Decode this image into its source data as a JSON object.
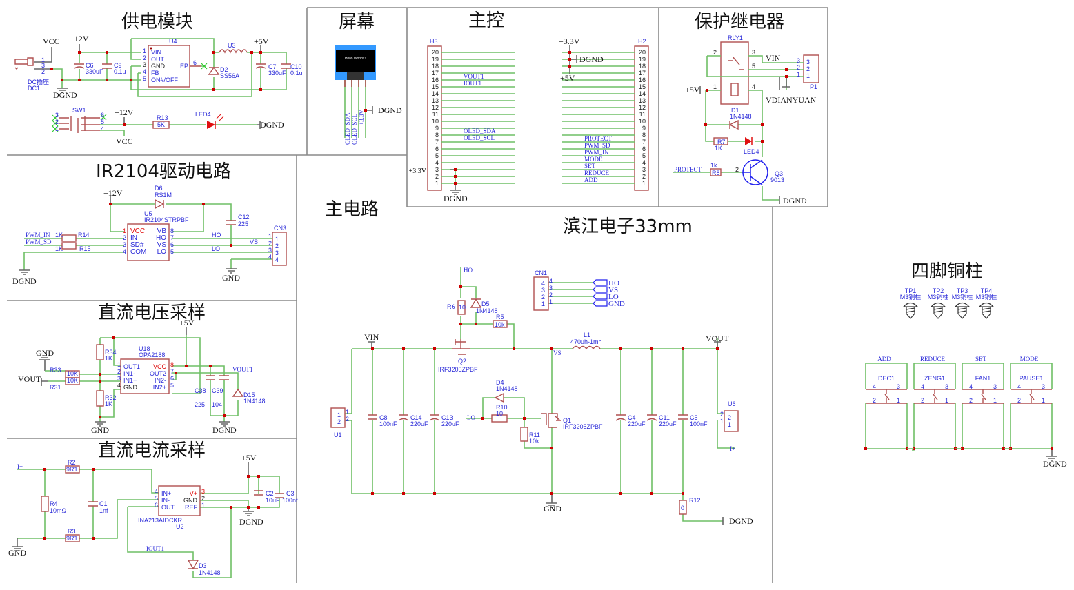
{
  "sections": {
    "power": "供电模块",
    "screen": "屏幕",
    "mcu": "主控",
    "relay": "保护继电器",
    "driver": "IR2104驱动电路",
    "vsample": "直流电压采样",
    "isample": "直流电流采样",
    "main": "主电路",
    "brand": "滨江电子33mm",
    "standoffs": "四脚铜柱"
  },
  "colors": {
    "wire": "#6fbf66",
    "component": "#b05050",
    "junction": "#cc0000",
    "label": "#2a2ad8",
    "pin_name_power": "#e01010",
    "frame": "#8a8a8a"
  },
  "power": [
    "VCC",
    "+12V",
    "U4",
    "+5V",
    "U3",
    "1",
    "3",
    "2",
    "C6",
    "330uF",
    "C9",
    "0.1u",
    "1",
    "2",
    "3",
    "4",
    "5",
    "VIN",
    "OUT",
    "GND",
    "FB",
    "ON#/OFF",
    "EP",
    "6",
    "D2",
    "SS56A",
    "C7",
    "330uF",
    "C10",
    "0.1u",
    "DC插座",
    "DC1",
    "DGND",
    "SW1",
    "3",
    "2",
    "1",
    "6",
    "5",
    "4",
    "+12V",
    "R13",
    "5K",
    "LED4",
    "DGND",
    "VCC"
  ],
  "screen": [
    "Hello World!!!",
    "OLED_SDA",
    "OLED_SCL",
    "+3.3V",
    "DGND"
  ],
  "mcu": {
    "labels": [
      "H3",
      "H2",
      "VOUT1",
      "IOUT1",
      "OLED_SDA",
      "OLED_SCL",
      "+3.3V",
      "DGND",
      "+5V",
      "+3.3V",
      "DGND",
      "PROTECT",
      "PWM_SD",
      "PWM_IN",
      "MODE",
      "SET",
      "REDUCE",
      "ADD"
    ],
    "pins": [
      "20",
      "19",
      "18",
      "17",
      "16",
      "15",
      "14",
      "13",
      "12",
      "11",
      "10",
      "9",
      "8",
      "7",
      "6",
      "5",
      "4",
      "3",
      "2",
      "1"
    ]
  },
  "relay": [
    "RLY1",
    "2",
    "3",
    "5",
    "1",
    "4",
    "VIN",
    "3",
    "2",
    "1",
    "3",
    "2",
    "1",
    "P1",
    "VDIANYUAN",
    "+5V",
    "D1",
    "1N4148",
    "R7",
    "1K",
    "LED4",
    "1k",
    "R8",
    "PROTECT",
    "2",
    "Q3",
    "9013",
    "DGND"
  ],
  "driver": [
    "+12V",
    "D6",
    "RS1M",
    "U5",
    "IR2104STRPBF",
    "1",
    "2",
    "3",
    "4",
    "VCC",
    "IN",
    "SD#",
    "COM",
    "VB",
    "HO",
    "VS",
    "LO",
    "8",
    "7",
    "6",
    "5",
    "C12",
    "225",
    "CN3",
    "1",
    "2",
    "3",
    "4",
    "1",
    "2",
    "3",
    "4",
    "HO",
    "VS",
    "LO",
    "PWM_IN",
    "1K",
    "R14",
    "PWM_SD",
    "1K",
    "R15",
    "DGND",
    "GND"
  ],
  "vsample": [
    "+5V",
    "R34",
    "1K",
    "U18",
    "OPA2188",
    "1",
    "2",
    "3",
    "4",
    "OUT1",
    "IN1-",
    "IN1+",
    "GND",
    "VCC",
    "OUT2",
    "IN2-",
    "IN2+",
    "8",
    "7",
    "6",
    "5",
    "GND",
    "R33",
    "10K",
    "VOUT",
    "10K",
    "R31",
    "R32",
    "1K",
    "C38",
    "C39",
    "225",
    "104",
    "VOUT1",
    "D15",
    "1N4148",
    "GND",
    "DGND"
  ],
  "isample": [
    "I+",
    "R2",
    "9R1",
    "R4",
    "10mΩ",
    "C1",
    "1nf",
    "R3",
    "9R1",
    "GND",
    "4",
    "5",
    "6",
    "IN+",
    "IN-",
    "OUT",
    "V+",
    "GND",
    "REF",
    "3",
    "2",
    "1",
    "INA213AIDCKR",
    "U2",
    "+5V",
    "C2",
    "10uF",
    "C3",
    "100nf",
    "DGND",
    "IOUT1",
    "D3",
    "1N4148"
  ],
  "main": [
    "HO",
    "R6",
    "10",
    "D5",
    "1N4148",
    "R5",
    "10k",
    "CN1",
    "4",
    "3",
    "2",
    "1",
    "4",
    "3",
    "2",
    "1",
    "HO",
    "VS",
    "LO",
    "GND",
    "VIN",
    "VOUT",
    "L1",
    "470uh-1mh",
    "VS",
    "Q2",
    "IRF3205ZPBF",
    "D4",
    "1N4148",
    "R10",
    "10",
    "LO",
    "Q1",
    "IRF3205ZPBF",
    "R11",
    "10k",
    "C8",
    "100nF",
    "C14",
    "220uF",
    "C13",
    "220uF",
    "C4",
    "220uF",
    "C11",
    "220uF",
    "C5",
    "100nF",
    "U1",
    "1",
    "2",
    "1",
    "2",
    "U6",
    "2",
    "1",
    "2",
    "1",
    "I+",
    "GND",
    "R12",
    "0",
    "DGND"
  ],
  "standoffs": {
    "tps": [
      {
        "ref": "TP1",
        "value": "M3铜柱"
      },
      {
        "ref": "TP2",
        "value": "M3铜柱"
      },
      {
        "ref": "TP3",
        "value": "M3铜柱"
      },
      {
        "ref": "TP4",
        "value": "M3铜柱"
      }
    ],
    "buttons": [
      {
        "net": "ADD",
        "ref": "DEC1"
      },
      {
        "net": "REDUCE",
        "ref": "ZENG1"
      },
      {
        "net": "SET",
        "ref": "FAN1"
      },
      {
        "net": "MODE",
        "ref": "PAUSE1"
      }
    ],
    "pins": [
      "4",
      "3",
      "2",
      "1"
    ],
    "ground": "DGND"
  }
}
